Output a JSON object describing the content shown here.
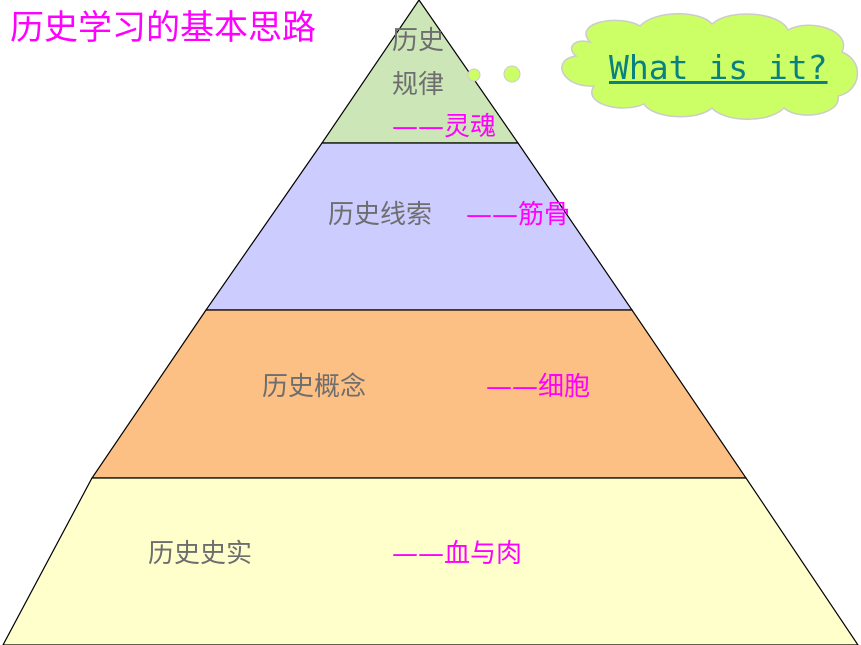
{
  "title": "历史学习的基本思路",
  "callout": {
    "text": "What is it?",
    "fill": "#ccff66"
  },
  "levels": [
    {
      "name": "历史规律",
      "name_line1": "历史",
      "name_line2": "规律",
      "meaning": "——灵魂",
      "fill": "#cce6b8"
    },
    {
      "name": "历史线索",
      "meaning": "——筋骨",
      "fill": "#ccccff"
    },
    {
      "name": "历史概念",
      "meaning": "——细胞",
      "fill": "#fcbf84"
    },
    {
      "name": "历史史实",
      "meaning": "——血与肉",
      "fill": "#ffffcc"
    }
  ],
  "colors": {
    "title": "#ff00ff",
    "label": "#6e6e6e",
    "meaning": "#ff00ff",
    "link": "#0a8080"
  }
}
